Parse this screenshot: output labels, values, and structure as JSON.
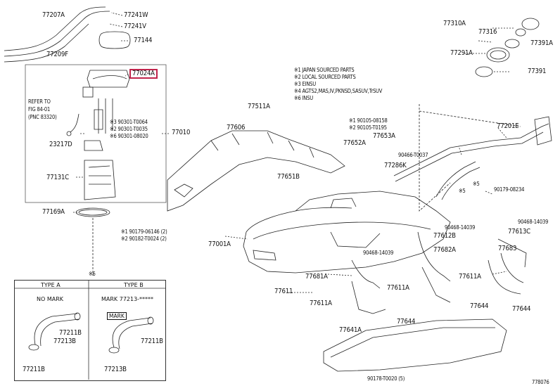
{
  "parts": {
    "p77207A": "77207A",
    "p77241W": "77241W",
    "p77241V": "77241V",
    "p77144": "77144",
    "p77209F": "77209F",
    "p77024A": "77024A",
    "refer_to": "REFER TO",
    "fig": "FIG 84-01",
    "pnc": "(PNC 83320)",
    "n1": "※3 90301-T0064",
    "n2": "※2 90301-T0035",
    "n3": "※6 90301-08020",
    "p23217D": "23217D",
    "p77010": "77010",
    "p77131C": "77131C",
    "p77169A": "77169A",
    "n4": "※1 90179-06146 (2)",
    "n5": "※2 90182-T0024 (2)",
    "p77511A": "77511A",
    "p77606": "77606",
    "p77652A": "77652A",
    "p77651B": "77651B",
    "p77001A": "77001A",
    "n6": "※1 90105-08158",
    "n7": "※2 90105-T0195",
    "p77653A": "77653A",
    "n8": "90466-T0037",
    "p77286K": "77286K",
    "p77310A": "77310A",
    "p77316": "77316",
    "p77391A": "77391A",
    "p77291A": "77291A",
    "p77391": "77391",
    "p77201E": "77201E",
    "n9": "90179-08234",
    "s5": "※5",
    "s5b": "※5",
    "s6": "※6",
    "n10": "90468-14039",
    "p77612B": "77612B",
    "p77682A": "77682A",
    "n11": "90468-14039",
    "p77613C": "77613C",
    "p77683": "77683",
    "n12": "90468-14039",
    "p77681A": "77681A",
    "p77611": "77611",
    "p77611A_a": "77611A",
    "p77611A_b": "77611A",
    "p77611A_c": "77611A",
    "p77644_a": "77644",
    "p77644_b": "77644",
    "p77644_c": "77644",
    "p77641A": "77641A",
    "n13": "90178-T0020 (5)",
    "figref": "778076"
  },
  "legend": [
    "※1 JAPAN SOURCED PARTS",
    "※2 LOCAL SOURCED PARTS",
    "※3 EINSU",
    "※4 AGTS2,MAS,IV,PKNSD,SASUV,TrSUV",
    "※6 INSU"
  ],
  "types": {
    "a_title": "TYPE A",
    "b_title": "TYPE B",
    "a_mark": "NO MARK",
    "b_mark": "MARK 77213-*****",
    "mark_tag": "MARK",
    "a_p1": "77211B",
    "a_p2": "77213B",
    "a_p3": "77211B",
    "b_p1": "77211B",
    "b_p2": "77213B"
  },
  "highlight_color": "#c0244b"
}
